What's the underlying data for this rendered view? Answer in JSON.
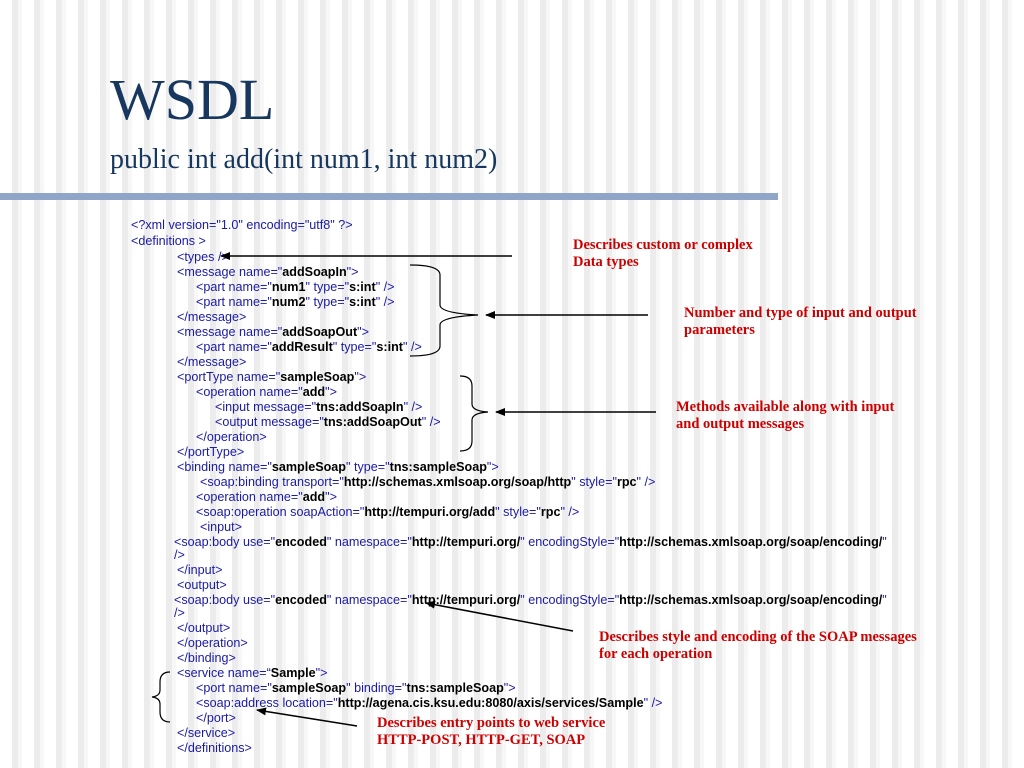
{
  "slide": {
    "title": "WSDL",
    "subtitle": "public int add(int num1, int num2)"
  },
  "code": {
    "l01": "<?xml version=\"1.0\" encoding=\"utf8\" ?>",
    "l02": "<definitions >",
    "l03": "<types />",
    "l04a": "<message name=\"",
    "l04b": "addSoapIn",
    "l04c": "\">",
    "l05a": "<part name=\"",
    "l05b": "num1",
    "l05c": "\" type=\"",
    "l05d": "s:int",
    "l05e": "\" />",
    "l06a": "<part name=\"",
    "l06b": "num2",
    "l06c": "\" type=\"",
    "l06d": "s:int",
    "l06e": "\" />",
    "l07": "</message>",
    "l08a": "<message name=\"",
    "l08b": "addSoapOut",
    "l08c": "\">",
    "l09a": "<part name=\"",
    "l09b": "addResult",
    "l09c": "\" type=\"",
    "l09d": "s:int",
    "l09e": "\" />",
    "l10": "</message>",
    "l11a": "<portType name=\"",
    "l11b": "sampleSoap",
    "l11c": "\">",
    "l12a": "<operation name=\"",
    "l12b": "add",
    "l12c": "\">",
    "l13a": "<input message=\"",
    "l13b": "tns:addSoapIn",
    "l13c": "\" />",
    "l14a": "<output message=\"",
    "l14b": "tns:addSoapOut",
    "l14c": "\" />",
    "l15": "</operation>",
    "l16": "</portType>",
    "l17a": "<binding name=\"",
    "l17b": "sampleSoap",
    "l17c": "\" type=\"",
    "l17d": "tns:sampleSoap",
    "l17e": "\">",
    "l18a": "<soap:binding transport=\"",
    "l18b": "http://schemas.xmlsoap.org/soap/http",
    "l18c": "\" style=\"",
    "l18d": "rpc",
    "l18e": "\" />",
    "l19a": "<operation name=\"",
    "l19b": "add",
    "l19c": "\">",
    "l20a": "<soap:operation soapAction=\"",
    "l20b": "http://tempuri.org/add",
    "l20c": "\" style=\"",
    "l20d": "rpc",
    "l20e": "\" />",
    "l21": "<input>",
    "l22a": "<soap:body use=\"",
    "l22b": "encoded",
    "l22c": "\" namespace=\"",
    "l22d": "http://tempuri.org/",
    "l22e": "\" encodingStyle=\"",
    "l22f": "http://schemas.xmlsoap.org/soap/encoding/",
    "l22g": "\"",
    "l23": "/>",
    "l24": "</input>",
    "l25": "<output>",
    "l26a": "<soap:body use=\"",
    "l26b": "encoded",
    "l26c": "\" namespace=\"",
    "l26d": "http://tempuri.org/",
    "l26e": "\" encodingStyle=\"",
    "l26f": "http://schemas.xmlsoap.org/soap/encoding/",
    "l26g": "\"",
    "l27": "/>",
    "l28": "</output>",
    "l29": "</operation>",
    "l30": "</binding>",
    "l31a": "<service name=“",
    "l31b": "Sample",
    "l31c": "\">",
    "l32a": "<port name=\"",
    "l32b": "sampleSoap",
    "l32c": "\" binding=\"",
    "l32d": "tns:sampleSoap",
    "l32e": "\">",
    "l33a": "<soap:address location=\"",
    "l33b": "http://agena.cis.ksu.edu:8080/axis/services/Sample",
    "l33c": "\" />",
    "l34": "</port>",
    "l35": "</service>",
    "l36": "</definitions>"
  },
  "notes": {
    "types_l1": "Describes custom or complex",
    "types_l2": "Data types",
    "params_l1": "Number and type of input and output",
    "params_l2": "parameters",
    "methods_l1": "Methods available along with input",
    "methods_l2": "and output messages",
    "encoding_l1": "Describes style and encoding of the SOAP messages",
    "encoding_l2": "for each operation",
    "service_l1": "Describes entry points to web service",
    "service_l2": "HTTP-POST, HTTP-GET, SOAP"
  },
  "colors": {
    "title": "#17375e",
    "code_text": "#1a1aa6",
    "code_value": "#000000",
    "annotation": "#cc0000",
    "rule": "#8fa6c8"
  }
}
